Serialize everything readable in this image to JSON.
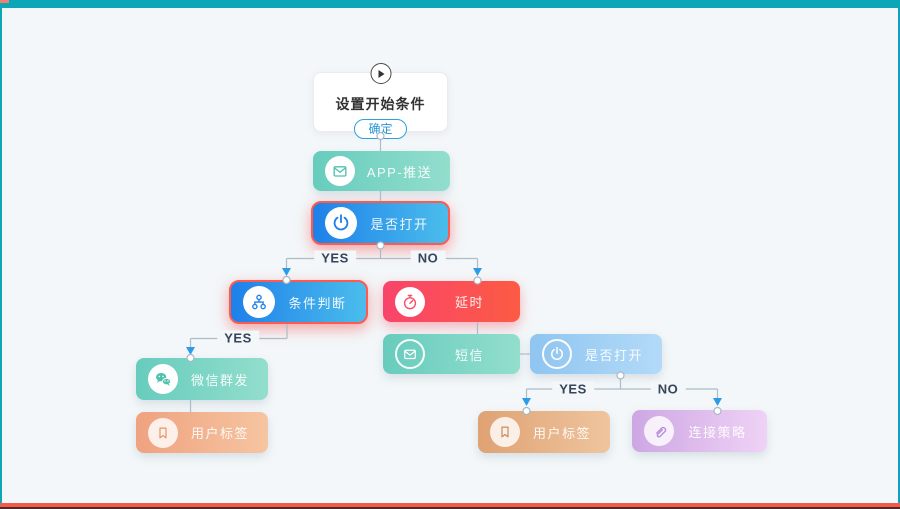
{
  "frame": {
    "top_bar_color": "#0BA7B6",
    "side_line_color": "#0BA7B6",
    "bottom_line_color": "#F4594E",
    "canvas_background": "#F3F7F9"
  },
  "flow": {
    "start": {
      "title": "设置开始条件",
      "confirm_label": "确定"
    },
    "branch": {
      "yes": "YES",
      "no": "NO"
    },
    "nodes": {
      "app_push": {
        "label": "APP-推送",
        "icon": "envelope-icon"
      },
      "open_check_1": {
        "label": "是否打开",
        "icon": "power-icon"
      },
      "condition": {
        "label": "条件判断",
        "icon": "branch-icon"
      },
      "delay": {
        "label": "延时",
        "icon": "stopwatch-icon"
      },
      "sms": {
        "label": "短信",
        "icon": "envelope-icon"
      },
      "open_check_2": {
        "label": "是否打开",
        "icon": "power-icon"
      },
      "wechat_group": {
        "label": "微信群发",
        "icon": "wechat-icon"
      },
      "user_tag_left": {
        "label": "用户标签",
        "icon": "bookmark-icon"
      },
      "user_tag_right": {
        "label": "用户标签",
        "icon": "bookmark-icon"
      },
      "link_strategy": {
        "label": "连接策略",
        "icon": "link-icon"
      }
    },
    "colors": {
      "teal_gradient": [
        "#67CCBD",
        "#93DECD"
      ],
      "blue_gradient": [
        "#1E80E9",
        "#4BBDEC"
      ],
      "red_gradient": [
        "#F9446B",
        "#FC5B44"
      ],
      "lightblue_gradient": [
        "#8FC5F0",
        "#B3DAF8"
      ],
      "orange_gradient": [
        "#EFA27F",
        "#F6C5A1"
      ],
      "tan_gradient": [
        "#DFA273",
        "#EFC59E"
      ],
      "purple_gradient": [
        "#CDA7E3",
        "#EFD2F6"
      ],
      "highlight_border": "#FF5A4E",
      "connector_line": "#ABBDC8",
      "arrow": "#2D9CE8"
    }
  }
}
